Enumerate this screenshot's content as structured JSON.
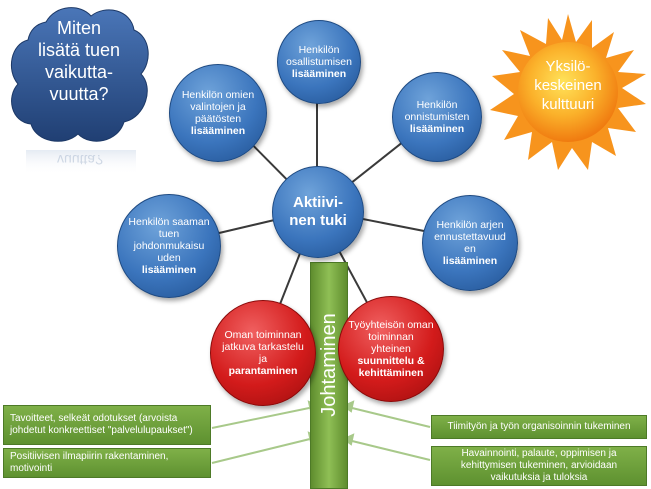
{
  "cloud": {
    "text": "Miten lisätä tuen vaikutta-vuutta?",
    "lines": [
      "Miten",
      "lisätä tuen",
      "vaikutta-",
      "vuutta?"
    ]
  },
  "sun": {
    "lines": [
      "Yksilö-",
      "keskeinen",
      "kulttuuri"
    ]
  },
  "center": {
    "line1": "Aktiivi-",
    "line2": "nen tuki"
  },
  "stem": {
    "label": "Johtaminen"
  },
  "nodes": [
    {
      "id": "osallistuminen",
      "plain": "Henkilön osallistumisen",
      "bold": "lisääminen"
    },
    {
      "id": "valinnat",
      "plain": "Henkilön omien valintojen ja päätösten",
      "bold": "lisääminen"
    },
    {
      "id": "onnistumiset",
      "plain": "Henkilön onnistumisten",
      "bold": "lisääminen"
    },
    {
      "id": "tuki",
      "plain": "Henkilön saaman tuen johdonmukaisu uden",
      "bold": "lisääminen"
    },
    {
      "id": "arki",
      "plain": "Henkilön arjen ennustettavuud en",
      "bold": "lisääminen"
    },
    {
      "id": "oma",
      "plain": "Oman toiminnan jatkuva tarkastelu ja",
      "bold": "parantaminen"
    },
    {
      "id": "tyoyhteiso",
      "plain": "Työyhteisön oman toiminnan yhteinen",
      "bold": "suunnittelu & kehittäminen"
    }
  ],
  "left_boxes": [
    "Tavoitteet, selkeät odotukset (arvoista johdetut konkreettiset \"palvelulupaukset\")",
    "Positiivisen ilmapiirin rakentaminen, motivointi"
  ],
  "right_boxes": [
    "Tiimityön ja työn organisoinnin tukeminen",
    "Havainnointi, palaute, oppimisen ja kehittymisen tukeminen, arvioidaan vaikutuksia ja tuloksia"
  ],
  "colors": {
    "blue": "#3b75bd",
    "red": "#d31b1b",
    "green": "#6a9a37",
    "stem": "#76a540",
    "sun": "#f7941d",
    "cloud": "#2f5592"
  }
}
